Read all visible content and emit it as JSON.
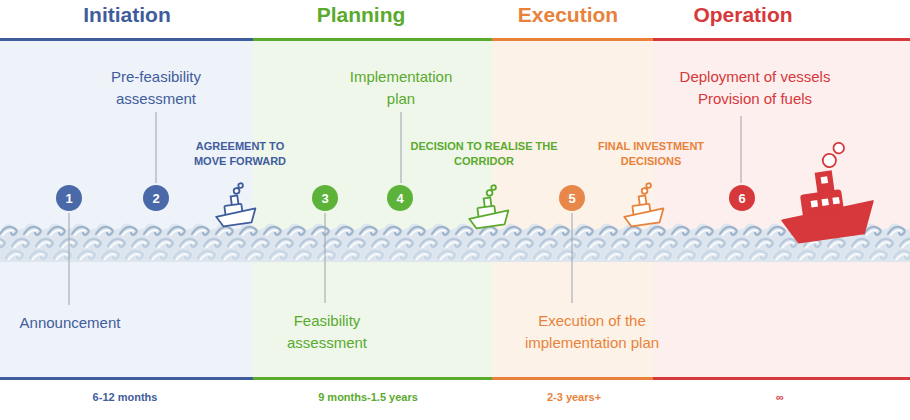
{
  "diagram": {
    "nodes": [
      {
        "text": [
          "Initiation",
          "6-12 months"
        ]
      },
      {
        "text": [
          "1"
        ],
        "in": 0
      },
      {
        "text": [
          "2"
        ],
        "in": 0
      },
      {
        "text": [
          "Planning",
          "9 months-1.5 years"
        ]
      },
      {
        "text": [
          "3"
        ],
        "in": 3
      },
      {
        "text": [
          "4"
        ],
        "in": 3
      },
      {
        "text": [
          "Execution",
          "2-3 years+"
        ]
      },
      {
        "text": [
          "5"
        ],
        "in": 6
      },
      {
        "text": [
          "Operation",
          "∞"
        ]
      },
      {
        "text": [
          "6"
        ],
        "in": 8
      }
    ],
    "labels": [
      "Announcement",
      "Pre-feasibility assessment",
      "AGREEMENT TO MOVE FORWARD",
      "Feasibility assessment",
      "Implementation plan",
      "DECISION TO REALISE THE CORRIDOR",
      "Execution of the implementation plan",
      "FINAL INVESTMENT DECISIONS",
      "Deployment of vessels",
      "Provision of fuels"
    ]
  }
}
